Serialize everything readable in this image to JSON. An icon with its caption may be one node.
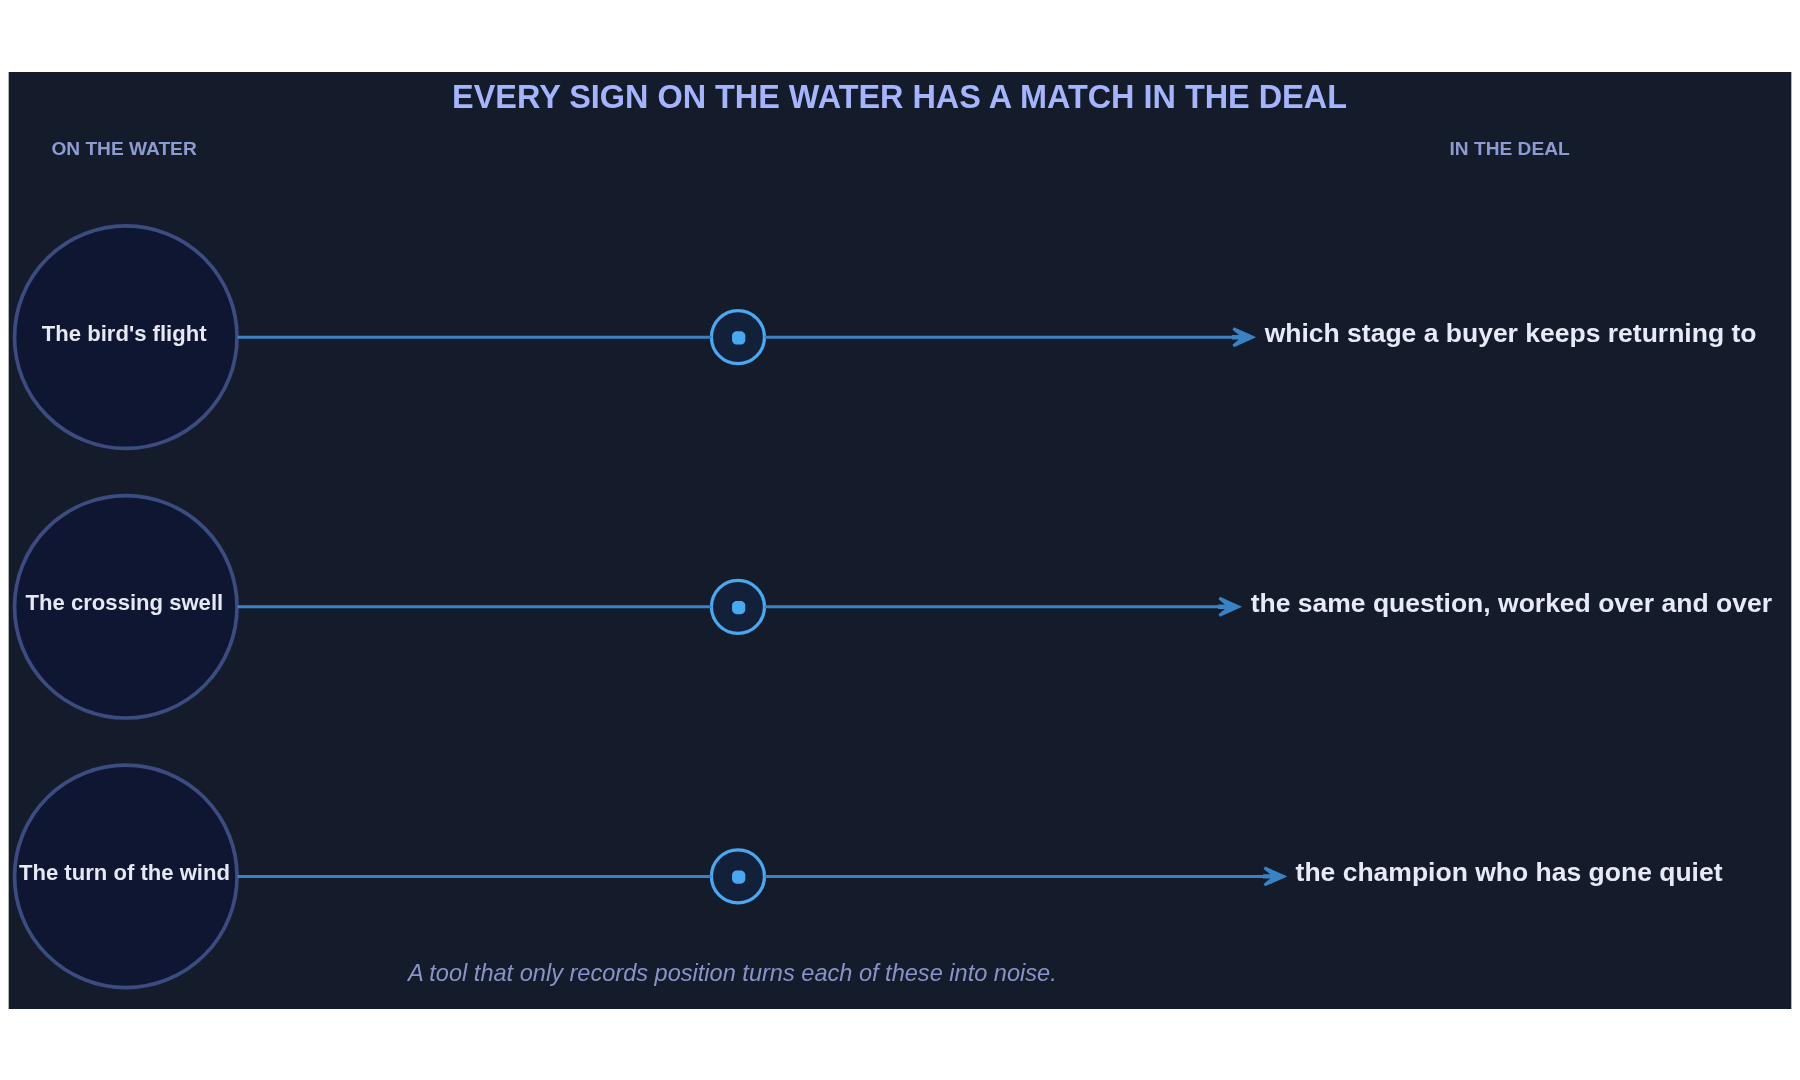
{
  "diagram": {
    "title": "EVERY SIGN ON THE WATER HAS A MATCH IN THE DEAL",
    "caption": "A tool that only records position turns each of these into noise.",
    "nodes": [
      {
        "text": [
          "The bird's flight"
        ]
      },
      {
        "text": [],
        "shape": "circle"
      },
      {
        "text": [
          "which stage a buyer keeps returning to"
        ]
      },
      {
        "text": [
          "The crossing swell"
        ]
      },
      {
        "text": [],
        "shape": "circle"
      },
      {
        "text": [
          "the same question, worked over and over"
        ]
      },
      {
        "text": [
          "The turn of the wind"
        ]
      },
      {
        "text": [],
        "shape": "circle"
      },
      {
        "text": [
          "the champion who has gone quiet"
        ]
      }
    ],
    "edges": [
      {
        "from": 0,
        "to": 1,
        "arrow": "none"
      },
      {
        "from": 1,
        "to": 2,
        "arrow": "to"
      },
      {
        "from": 3,
        "to": 4,
        "arrow": "none"
      },
      {
        "from": 4,
        "to": 5,
        "arrow": "to"
      },
      {
        "from": 6,
        "to": 7,
        "arrow": "none"
      },
      {
        "from": 7,
        "to": 8,
        "arrow": "to"
      }
    ],
    "labels": [
      "ON THE WATER",
      "IN THE DEAL"
    ]
  }
}
